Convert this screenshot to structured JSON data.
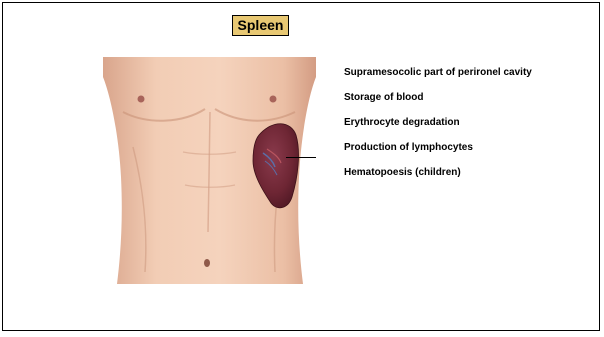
{
  "slide": {
    "title": "Spleen",
    "facts": [
      "Supramesocolic part of perironel cavity",
      "Storage of blood",
      "Erythrocyte degradation",
      "Production of lymphocytes",
      "Hematopoesis (children)"
    ]
  },
  "colors": {
    "title_fill": "#e8c873",
    "skin": "#f0c6ad",
    "spleen": "#6e2634"
  }
}
